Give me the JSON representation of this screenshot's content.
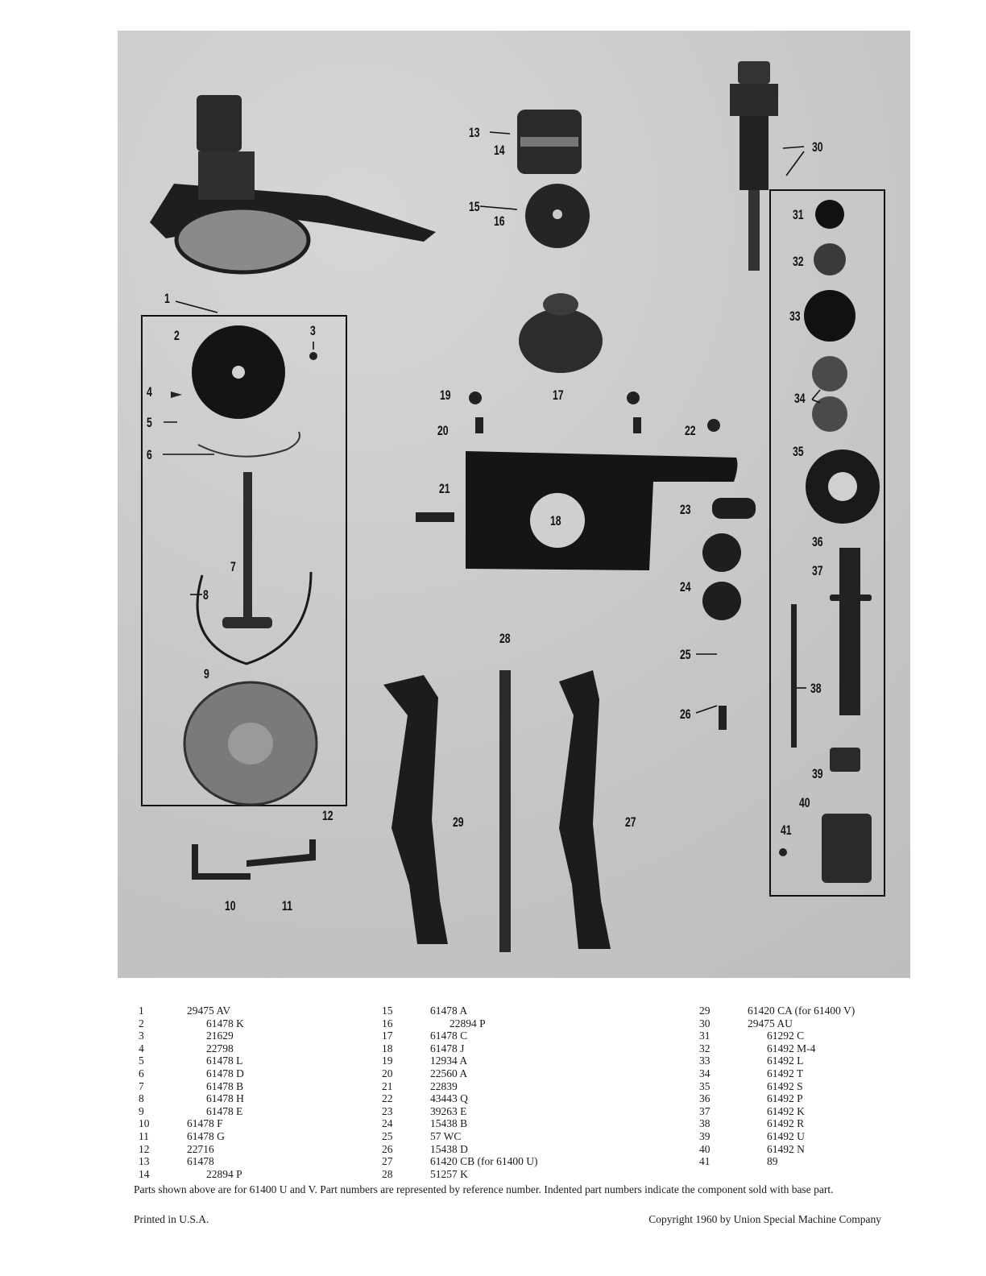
{
  "figure": {
    "callouts": [
      "1",
      "2",
      "3",
      "4",
      "5",
      "6",
      "7",
      "8",
      "9",
      "10",
      "11",
      "12",
      "13",
      "14",
      "15",
      "16",
      "17",
      "18",
      "19",
      "20",
      "21",
      "22",
      "23",
      "24",
      "25",
      "26",
      "27",
      "28",
      "29",
      "30",
      "31",
      "32",
      "33",
      "34",
      "35",
      "36",
      "37",
      "38",
      "39",
      "40",
      "41"
    ]
  },
  "parts_list": {
    "columns": [
      [
        {
          "ref": "1",
          "part": "29475 AV",
          "indent": false
        },
        {
          "ref": "2",
          "part": "61478 K",
          "indent": true
        },
        {
          "ref": "3",
          "part": "21629",
          "indent": true
        },
        {
          "ref": "4",
          "part": "22798",
          "indent": true
        },
        {
          "ref": "5",
          "part": "61478 L",
          "indent": true
        },
        {
          "ref": "6",
          "part": "61478 D",
          "indent": true
        },
        {
          "ref": "7",
          "part": "61478 B",
          "indent": true
        },
        {
          "ref": "8",
          "part": "61478 H",
          "indent": true
        },
        {
          "ref": "9",
          "part": "61478 E",
          "indent": true
        },
        {
          "ref": "10",
          "part": "61478 F",
          "indent": false
        },
        {
          "ref": "11",
          "part": "61478 G",
          "indent": false
        },
        {
          "ref": "12",
          "part": "22716",
          "indent": false
        },
        {
          "ref": "13",
          "part": "61478",
          "indent": false
        },
        {
          "ref": "14",
          "part": "22894 P",
          "indent": true
        }
      ],
      [
        {
          "ref": "15",
          "part": "61478 A",
          "indent": false
        },
        {
          "ref": "16",
          "part": "22894 P",
          "indent": true
        },
        {
          "ref": "17",
          "part": "61478 C",
          "indent": false
        },
        {
          "ref": "18",
          "part": "61478 J",
          "indent": false
        },
        {
          "ref": "19",
          "part": "12934 A",
          "indent": false
        },
        {
          "ref": "20",
          "part": "22560 A",
          "indent": false
        },
        {
          "ref": "21",
          "part": "22839",
          "indent": false
        },
        {
          "ref": "22",
          "part": "43443 Q",
          "indent": false
        },
        {
          "ref": "23",
          "part": "39263 E",
          "indent": false
        },
        {
          "ref": "24",
          "part": "15438 B",
          "indent": false
        },
        {
          "ref": "25",
          "part": "57 WC",
          "indent": false
        },
        {
          "ref": "26",
          "part": "15438 D",
          "indent": false
        },
        {
          "ref": "27",
          "part": "61420 CB (for 61400 U)",
          "indent": false
        },
        {
          "ref": "28",
          "part": "51257 K",
          "indent": false
        }
      ],
      [
        {
          "ref": "29",
          "part": "61420 CA (for 61400 V)",
          "indent": false
        },
        {
          "ref": "30",
          "part": "29475 AU",
          "indent": false
        },
        {
          "ref": "31",
          "part": "61292 C",
          "indent": true
        },
        {
          "ref": "32",
          "part": "61492 M-4",
          "indent": true
        },
        {
          "ref": "33",
          "part": "61492 L",
          "indent": true
        },
        {
          "ref": "34",
          "part": "61492 T",
          "indent": true
        },
        {
          "ref": "35",
          "part": "61492 S",
          "indent": true
        },
        {
          "ref": "36",
          "part": "61492 P",
          "indent": true
        },
        {
          "ref": "37",
          "part": "61492 K",
          "indent": true
        },
        {
          "ref": "38",
          "part": "61492 R",
          "indent": true
        },
        {
          "ref": "39",
          "part": "61492 U",
          "indent": true
        },
        {
          "ref": "40",
          "part": "61492 N",
          "indent": true
        },
        {
          "ref": "41",
          "part": "89",
          "indent": true
        }
      ]
    ]
  },
  "footnote": "Parts shown above are for 61400 U and V.  Part numbers are represented by reference number.  Indented part numbers indicate the component sold with base part.",
  "printed": "Printed in U.S.A.",
  "copyright": "Copyright 1960 by Union Special Machine Company"
}
